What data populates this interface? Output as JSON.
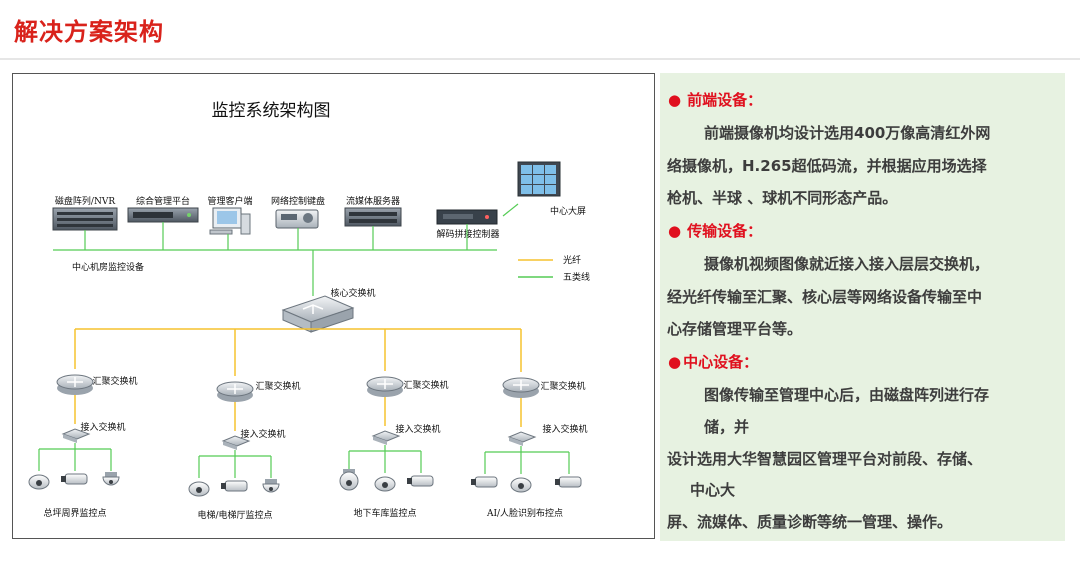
{
  "header": {
    "title": "解决方案架构"
  },
  "diagram": {
    "title": "监控系统架构图",
    "devices": {
      "storage": "磁盘阵列/NVR",
      "platform": "综合管理平台",
      "client": "管理客户端",
      "keyboard": "网络控制键盘",
      "media_server": "流媒体服务器",
      "decoder": "解码拼接控制器",
      "video_wall": "中心大屏",
      "center_group": "中心机房监控设备",
      "core_switch": "核心交换机",
      "agg_switch": "汇聚交换机",
      "access_switch": "接入交换机"
    },
    "legend": {
      "fiber": "光纤",
      "cat5": "五类线",
      "fiber_color": "#f5c22f",
      "cat5_color": "#55cc55"
    },
    "zones": [
      "总坪周界监控点",
      "电梯/电梯厅监控点",
      "地下车库监控点",
      "AI/人脸识别布控点"
    ]
  },
  "panel": {
    "bullet": "●",
    "sec1": {
      "title": "前端设备：",
      "lines": [
        "前端摄像机均设计选用400万像高清红外网",
        "络摄像机，H.265超低码流，并根据应用场选择",
        "枪机、半球 、球机不同形态产品。"
      ]
    },
    "sec2": {
      "title": "传输设备：",
      "lines": [
        "摄像机视频图像就近接入接入层层交换机，",
        "经光纤传输至汇聚、核心层等网络设备传输至中",
        "心存储管理平台等。"
      ]
    },
    "sec3": {
      "title": "中心设备：",
      "lines": [
        "图像传输至管理中心后，由磁盘阵列进行存",
        "储，并",
        "设计选用大华智慧园区管理平台对前段、存储、",
        "中心大",
        "屏、流媒体、质量诊断等统一管理、操作。"
      ]
    }
  }
}
